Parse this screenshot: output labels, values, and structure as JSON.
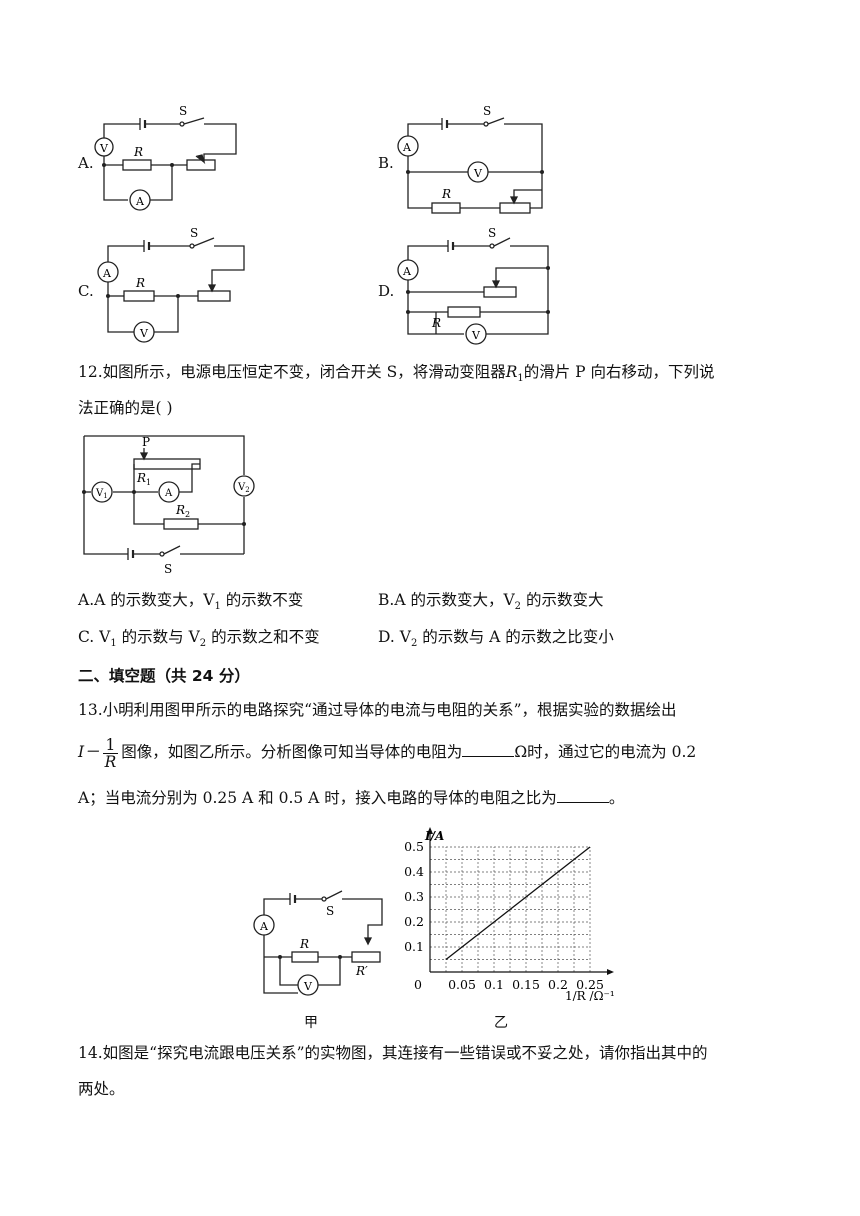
{
  "options_q11": [
    {
      "label": "A."
    },
    {
      "label": "B."
    },
    {
      "label": "C."
    },
    {
      "label": "D."
    }
  ],
  "circuit_labels": {
    "switch": "S",
    "resistor": "R",
    "voltmeter": "V",
    "ammeter": "A",
    "slider": "P",
    "r1": "R",
    "r1_sub": "1",
    "r2": "R",
    "r2_sub": "2",
    "v1": "V",
    "v1_sub": "1",
    "v2": "V",
    "v2_sub": "2",
    "rprime": "R′"
  },
  "q12": {
    "line1": "12.如图所示，电源电压恒定不变，闭合开关 S，将滑动变阻器",
    "r": "R",
    "r_sub": "1",
    "line1_end": "的滑片 P 向右移动，下列说",
    "line2": "法正确的是(   )",
    "options": [
      {
        "pre": "A.A 的示数变大，V",
        "sub": "1",
        "post": " 的示数不变"
      },
      {
        "pre": "B.A 的示数变大，V",
        "sub": "2",
        "post": " 的示数变大"
      },
      {
        "pre": "C. V",
        "sub": "1",
        "mid": " 的示数与 V",
        "sub2": "2",
        "post": " 的示数之和不变"
      },
      {
        "pre": "D. V",
        "sub": "2",
        "post": " 的示数与 A 的示数之比变小"
      }
    ]
  },
  "section2": "二、填空题（共 24 分）",
  "q13": {
    "line1": "13.小明利用图甲所示的电路探究“通过导体的电流与电阻的关系”，根据实验的数据绘出",
    "line2_pre": "I－",
    "frac_num": "1",
    "frac_den": "R",
    "line2_mid": "图像，如图乙所示。分析图像可知当导体的电阻为",
    "line2_post": "Ω时，通过它的电流为 0.2",
    "line3_pre": "A；当电流分别为 0.25 A 和 0.5 A 时，接入电路的导体的电阻之比为",
    "line3_post": "。",
    "caption_jia": "甲",
    "caption_yi": "乙"
  },
  "q14": {
    "line1": "14.如图是“探究电流跟电压关系”的实物图，其连接有一些错误或不妥之处，请你指出其中的",
    "line2": "两处。"
  },
  "chart_data": {
    "type": "line",
    "ylabel": "I/A",
    "xlabel": "1/R /Ω⁻¹",
    "x_ticks": [
      "0",
      "0.05",
      "0.1",
      "0.15",
      "0.2",
      "0.25"
    ],
    "y_ticks": [
      "0.1",
      "0.2",
      "0.3",
      "0.4",
      "0.5"
    ],
    "xlim": [
      0,
      0.25
    ],
    "ylim": [
      0,
      0.5
    ],
    "grid": true,
    "series": [
      {
        "x": [
          0.025,
          0.25
        ],
        "y": [
          0.05,
          0.5
        ]
      }
    ]
  }
}
